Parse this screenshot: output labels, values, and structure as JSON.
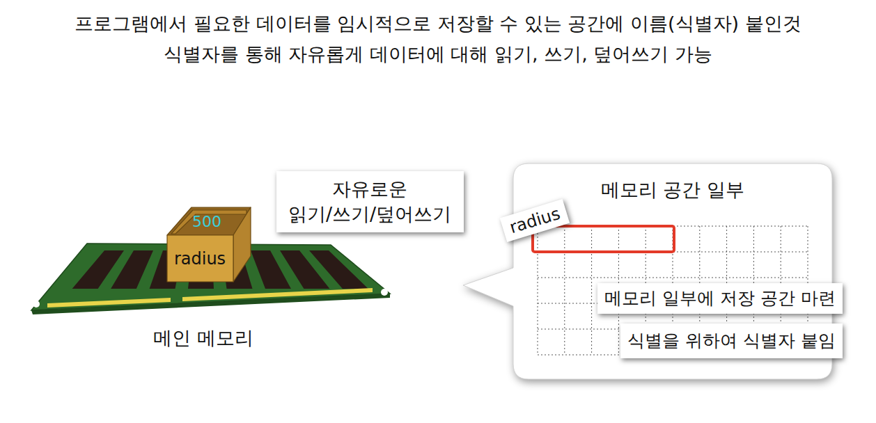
{
  "diagram": {
    "title": "프로그램에서 필요한 데이터를 임시적으로 저장할 수 있는 공간에 이름(식별자) 붙인것",
    "nodes": [
      {
        "text": [
          "500",
          "radius"
        ]
      },
      {
        "text": [
          "자유로운 읽기/쓰기/덮어쓰기"
        ]
      },
      {
        "text": [
          "메모리 공간 일부"
        ]
      },
      {
        "text": [
          "radius"
        ],
        "in": 2
      },
      {
        "text": [
          "메모리 일부에 저장 공간 마련"
        ],
        "in": 2
      },
      {
        "text": [
          "식별을 위하여 식별자 붙임"
        ],
        "in": 2
      }
    ],
    "labels": [
      "식별자를 통해 자유롭게 데이터에 대해 읽기, 쓰기, 덮어쓰기 가능",
      "메인 메모리"
    ]
  }
}
